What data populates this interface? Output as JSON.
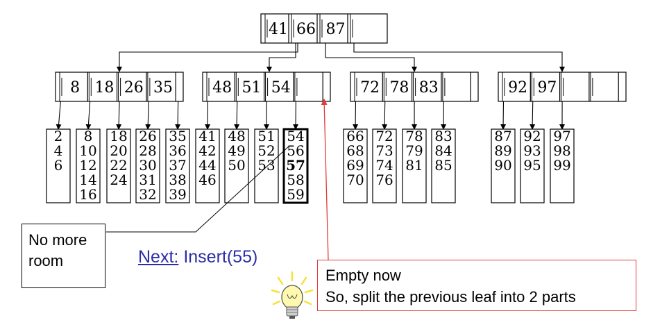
{
  "tree": {
    "root": {
      "keys": [
        "41",
        "66",
        "87",
        ""
      ]
    },
    "internal": [
      {
        "keys": [
          "8",
          "18",
          "26",
          "35"
        ]
      },
      {
        "keys": [
          "48",
          "51",
          "54",
          ""
        ]
      },
      {
        "keys": [
          "72",
          "78",
          "83",
          ""
        ]
      },
      {
        "keys": [
          "92",
          "97",
          "",
          ""
        ]
      }
    ],
    "leaves": [
      {
        "values": [
          "2",
          "4",
          "6"
        ]
      },
      {
        "values": [
          "8",
          "10",
          "12",
          "14",
          "16"
        ]
      },
      {
        "values": [
          "18",
          "20",
          "22",
          "24"
        ]
      },
      {
        "values": [
          "26",
          "28",
          "30",
          "31",
          "32"
        ]
      },
      {
        "values": [
          "35",
          "36",
          "37",
          "38",
          "39"
        ]
      },
      {
        "values": [
          "41",
          "42",
          "44",
          "46"
        ]
      },
      {
        "values": [
          "48",
          "49",
          "50"
        ]
      },
      {
        "values": [
          "51",
          "52",
          "53"
        ]
      },
      {
        "values": [
          "54",
          "56",
          "57",
          "58",
          "59"
        ],
        "highlighted": true,
        "bold_value": "57"
      },
      {
        "values": [
          "66",
          "68",
          "69",
          "70"
        ]
      },
      {
        "values": [
          "72",
          "73",
          "74",
          "76"
        ]
      },
      {
        "values": [
          "78",
          "79",
          "81"
        ]
      },
      {
        "values": [
          "83",
          "84",
          "85"
        ]
      },
      {
        "values": [
          "87",
          "89",
          "90"
        ]
      },
      {
        "values": [
          "92",
          "93",
          "95"
        ]
      },
      {
        "values": [
          "97",
          "98",
          "99"
        ]
      }
    ]
  },
  "callouts": {
    "no_more_room": "No more room",
    "next_label": "Next:",
    "next_action": "Insert(55)",
    "empty_now_line1": "Empty now",
    "empty_now_line2": "So, split the previous leaf into 2 parts"
  },
  "colors": {
    "next_text": "#2d2da8",
    "red_arrow": "#e23b3b",
    "bulb": "#f6e23a"
  },
  "icons": {
    "hint": "lightbulb-icon"
  }
}
